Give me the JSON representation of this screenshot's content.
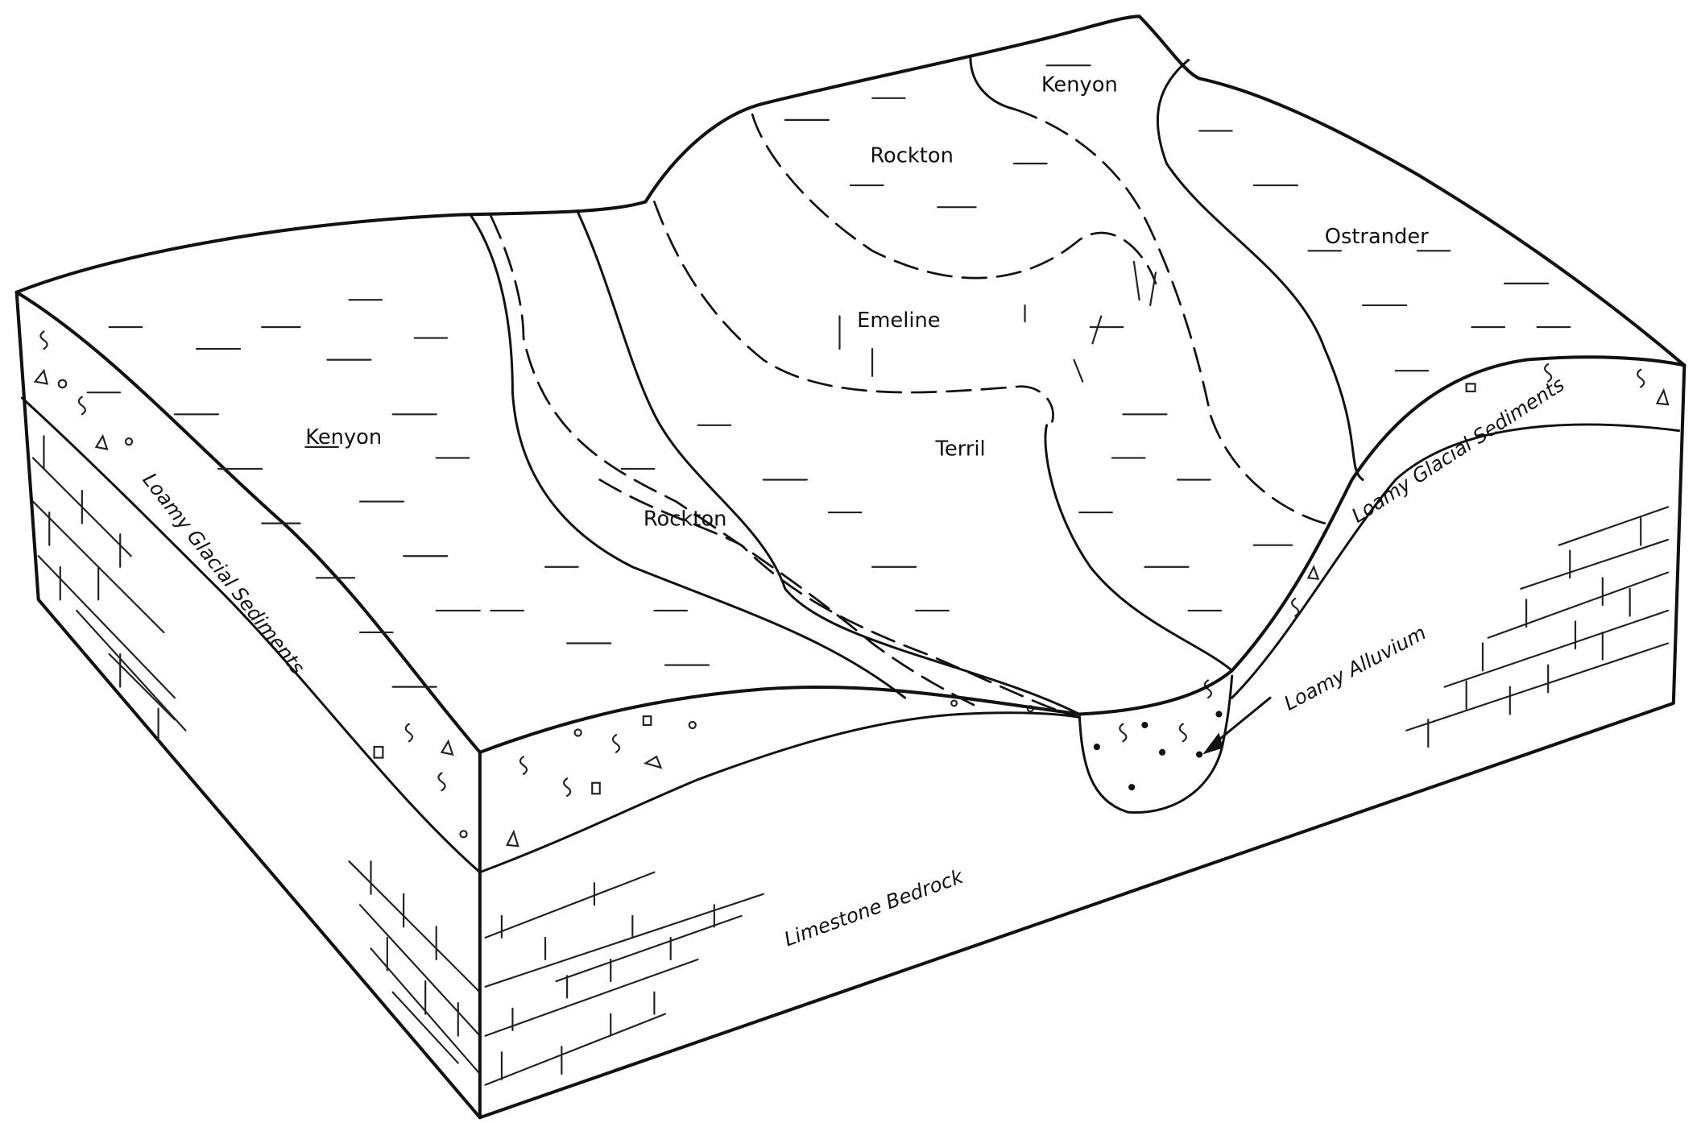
{
  "soil_series": {
    "kenyon_left": "Kenyon",
    "kenyon_top": "Kenyon",
    "rockton_top": "Rockton",
    "rockton_lower": "Rockton",
    "emeline": "Emeline",
    "terril": "Terril",
    "ostrander": "Ostrander"
  },
  "materials": {
    "glacial_left": "Loamy Glacial Sediments",
    "glacial_right": "Loamy Glacial Sediments",
    "alluvium": "Loamy Alluvium",
    "bedrock": "Limestone Bedrock"
  }
}
